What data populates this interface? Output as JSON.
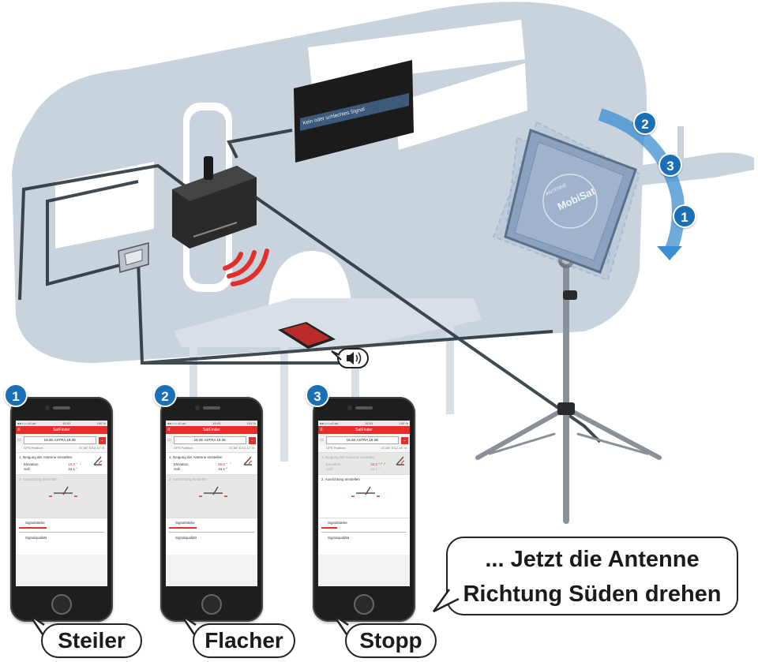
{
  "tv": {
    "message": "Kein oder schlechtes Signal"
  },
  "antenna": {
    "brand": "MobiSat",
    "ring_text": "ANTENNE"
  },
  "sound_icon": "speaker-icon",
  "badges": {
    "step1": "1",
    "step2": "2",
    "step3": "3"
  },
  "rotation_badges": {
    "top": "2",
    "middle": "3",
    "bottom": "1"
  },
  "app": {
    "title": "SatFinder",
    "carrier": "●●○○○ o2-de",
    "time": "15:53",
    "battery": "100 %",
    "satellite": "19.2E ASTRA 19.2E",
    "gps_label": "GPS Position:",
    "section1_title": "1. Neigung der Antenne einstellen",
    "elevation_label": "Elevation",
    "soll_label": "Soll:",
    "soll_value": "34,1 °",
    "section2_title": "2. Ausrichtung einstellen",
    "signal_strength": "Signalstärke",
    "signal_quality": "Signalqualität"
  },
  "phones": [
    {
      "gps_value": "47,86° E/12,11° N",
      "elevation_value": "18,0 °",
      "indicator": "↓",
      "signal_level": 0.6
    },
    {
      "gps_value": "47,86° E/12,11° N",
      "elevation_value": "55,0 °",
      "indicator": "↑",
      "signal_level": 0.6
    },
    {
      "gps_value": "47,86° E/12,14° N",
      "elevation_value": "34,0 °",
      "indicator": "✓✓",
      "signal_level": 0.35
    }
  ],
  "labels": {
    "steiler": "Steiler",
    "flacher": "Flacher",
    "stopp": "Stopp",
    "main_line1": "... Jetzt die Antenne",
    "main_line2": "Richtung Süden drehen"
  },
  "colors": {
    "caravan": "#c9d3dd",
    "accent_red": "#e1302c",
    "badge_blue": "#1a6fb5",
    "antenna_blue": "#8aa2c0"
  }
}
